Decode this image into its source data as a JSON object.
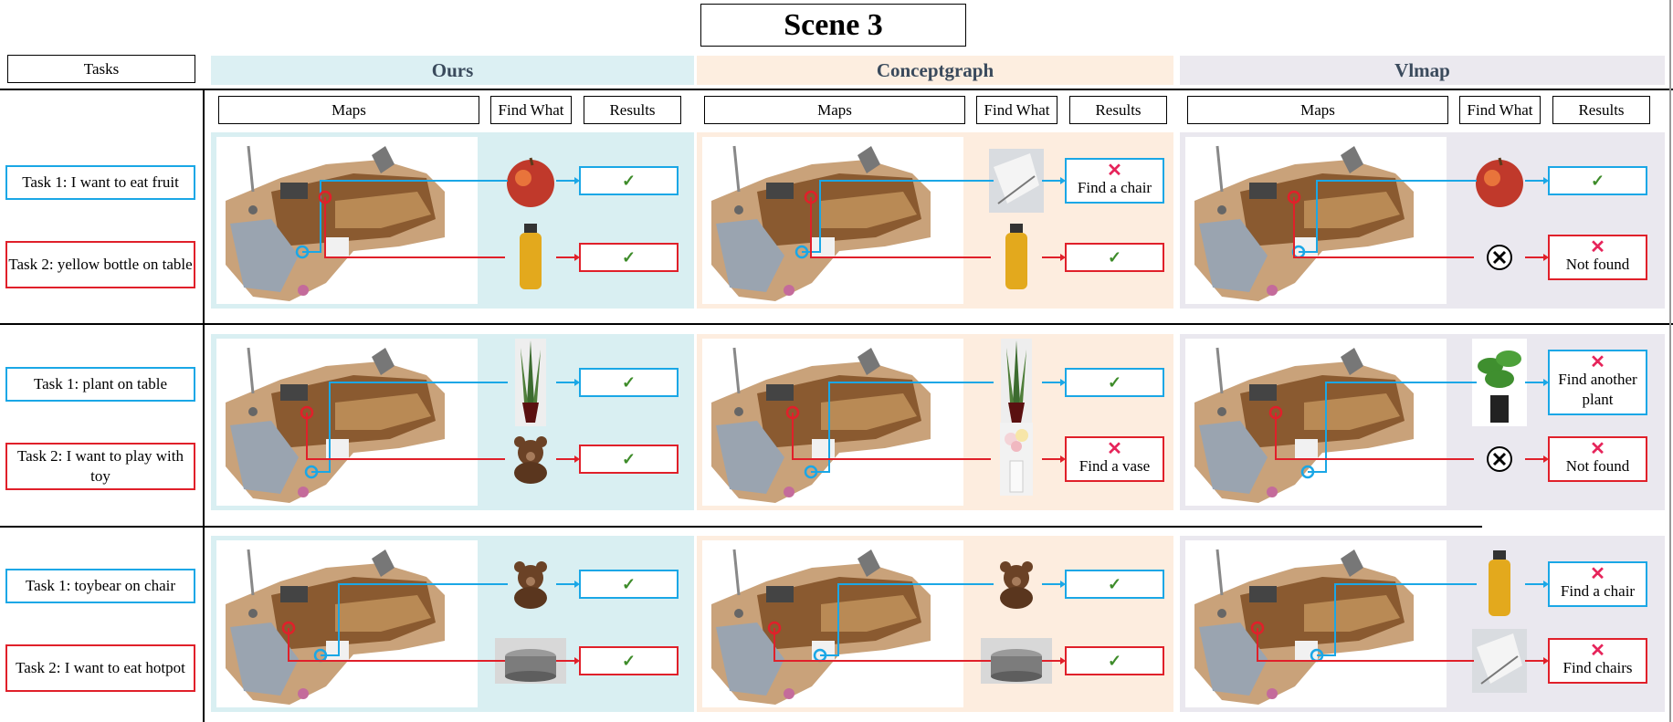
{
  "title": "Scene 3",
  "tasks_header": "Tasks",
  "methods": [
    {
      "name": "Ours",
      "band_color": "#dcf0f3",
      "panel_color": "#d9eff2"
    },
    {
      "name": "Conceptgraph",
      "band_color": "#fdeee0",
      "panel_color": "#fdeddf"
    },
    {
      "name": "Vlmap",
      "band_color": "#ebe9ef",
      "panel_color": "#eae8ef"
    }
  ],
  "column_headers": {
    "maps": "Maps",
    "find_what": "Find What",
    "results": "Results"
  },
  "rows": [
    {
      "task1": "Task 1: I want to eat fruit",
      "task2": "Task 2: yellow bottle on table",
      "results": [
        {
          "t1": {
            "status": "success",
            "text": ""
          },
          "t2": {
            "status": "success",
            "text": ""
          },
          "f1": "apple",
          "f2": "yellow-bottle"
        },
        {
          "t1": {
            "status": "fail",
            "text": "Find a chair"
          },
          "t2": {
            "status": "success",
            "text": ""
          },
          "f1": "chair-cloth",
          "f2": "yellow-bottle"
        },
        {
          "t1": {
            "status": "success",
            "text": ""
          },
          "t2": {
            "status": "fail",
            "text": "Not found"
          },
          "f1": "apple",
          "f2": "none"
        }
      ]
    },
    {
      "task1": "Task 1: plant on table",
      "task2": "Task 2: I want to play with toy",
      "results": [
        {
          "t1": {
            "status": "success",
            "text": ""
          },
          "t2": {
            "status": "success",
            "text": ""
          },
          "f1": "snake-plant",
          "f2": "teddy-bear"
        },
        {
          "t1": {
            "status": "success",
            "text": ""
          },
          "t2": {
            "status": "fail",
            "text": "Find a vase"
          },
          "f1": "snake-plant",
          "f2": "flower-vase"
        },
        {
          "t1": {
            "status": "fail",
            "text": "Find another plant"
          },
          "t2": {
            "status": "fail",
            "text": "Not found"
          },
          "f1": "green-plant",
          "f2": "none"
        }
      ]
    },
    {
      "task1": "Task 1: toybear on chair",
      "task2": "Task 2:  I want to eat hotpot",
      "results": [
        {
          "t1": {
            "status": "success",
            "text": ""
          },
          "t2": {
            "status": "success",
            "text": ""
          },
          "f1": "teddy-bear",
          "f2": "pot"
        },
        {
          "t1": {
            "status": "success",
            "text": ""
          },
          "t2": {
            "status": "success",
            "text": ""
          },
          "f1": "teddy-bear",
          "f2": "pot"
        },
        {
          "t1": {
            "status": "fail",
            "text": "Find a chair"
          },
          "t2": {
            "status": "fail",
            "text": "Find chairs"
          },
          "f1": "yellow-bottle",
          "f2": "chair-cloth"
        }
      ]
    }
  ],
  "symbols": {
    "success": "✓",
    "fail": "✕"
  },
  "colors": {
    "task1": "#1aa7e6",
    "task2": "#e0202a",
    "check": "#3e8c2a",
    "cross": "#e6245a"
  }
}
